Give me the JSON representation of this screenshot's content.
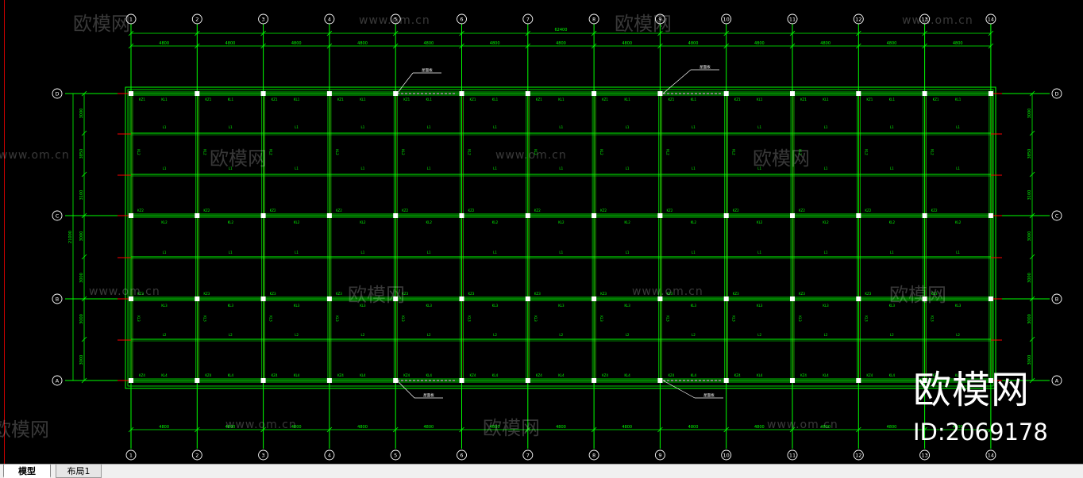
{
  "drawing": {
    "column_axes": [
      "1",
      "2",
      "3",
      "4",
      "5",
      "6",
      "7",
      "8",
      "9",
      "10",
      "11",
      "12",
      "13",
      "14"
    ],
    "row_axes": [
      "D",
      "C",
      "B",
      "A"
    ],
    "top_total_dim": "62400",
    "bay_dim": "4800",
    "left_dims": [
      "3000",
      "3850",
      "3100",
      "3000",
      "3000",
      "3000",
      "3000"
    ],
    "left_total_dim": "21000",
    "grid_color": "#00ff00",
    "cut_color": "#ff0000",
    "line_color": "#ffffff",
    "column_labels": [
      "KZ1",
      "KZ2",
      "KZ3",
      "KZ4"
    ],
    "beam_labels": [
      "KL1",
      "KL2",
      "KL3",
      "KL4",
      "L1",
      "L2"
    ],
    "callouts": [
      "屋面板",
      "屋面板",
      "屋面板",
      "屋面板"
    ]
  },
  "watermark": {
    "logo_text": "欧模网",
    "site_text": "www.om.cn"
  },
  "brand": {
    "name": "欧模网",
    "id_text": "ID:2069178"
  },
  "tabs": {
    "model": "模型",
    "layout1": "布局1"
  },
  "colors": {
    "background": "#000000",
    "tabbar": "#f0f0f0"
  }
}
